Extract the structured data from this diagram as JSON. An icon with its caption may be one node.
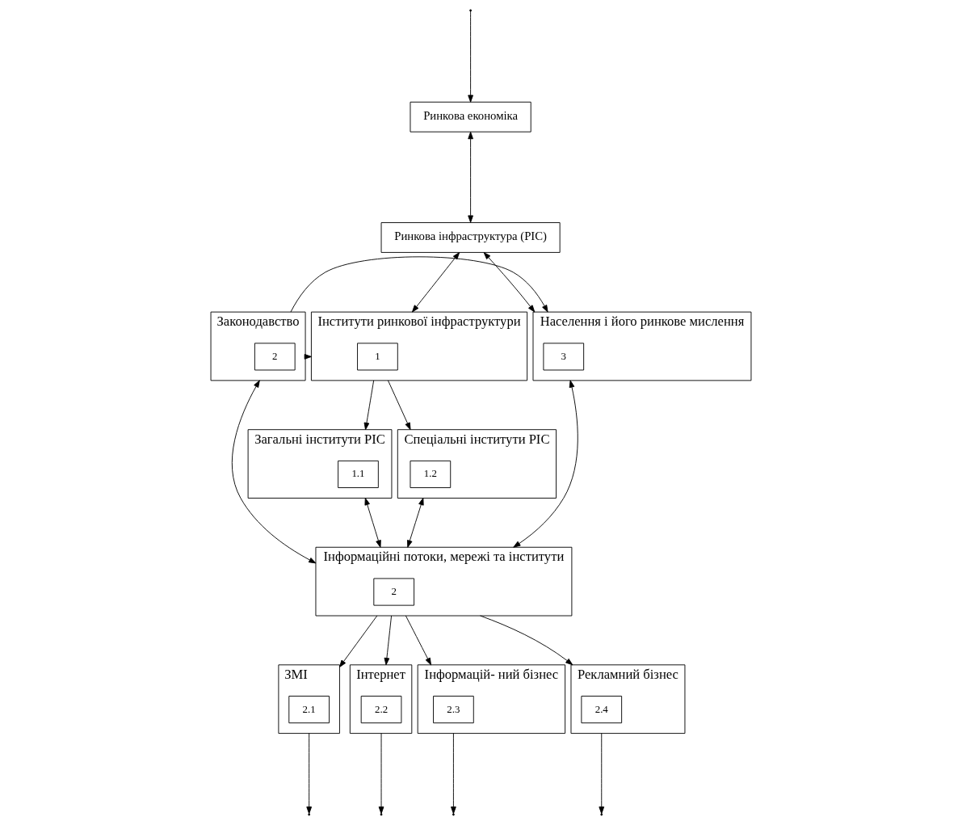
{
  "diagram": {
    "nodes": [
      {
        "text": [
          "Ринкова економіка"
        ]
      },
      {
        "text": [
          "Ринкова інфраструктура (РІС)"
        ]
      },
      {
        "text": [
          "Інститути ринкової інфраструктури"
        ]
      },
      {
        "text": [
          "1"
        ],
        "in": 2
      },
      {
        "text": [
          "Законодавство"
        ]
      },
      {
        "text": [
          "2"
        ],
        "in": 4
      },
      {
        "text": [
          "Населення і його ринкове мислення"
        ]
      },
      {
        "text": [
          "3"
        ],
        "in": 6
      },
      {
        "text": [
          "Загальні інститути РІС"
        ]
      },
      {
        "text": [
          "1.1"
        ],
        "in": 8
      },
      {
        "text": [
          "Спеціальні інститути РІС"
        ]
      },
      {
        "text": [
          "1.2"
        ],
        "in": 10
      },
      {
        "text": [
          "Інформаційні потоки, мережі та інститути"
        ]
      },
      {
        "text": [
          "2"
        ],
        "in": 12
      },
      {
        "text": [
          "ЗМІ"
        ]
      },
      {
        "text": [
          "2.1"
        ],
        "in": 14
      },
      {
        "text": [
          "Інтернет"
        ]
      },
      {
        "text": [
          "2.2"
        ],
        "in": 16
      },
      {
        "text": [
          "Інформацій- ний бізнес"
        ]
      },
      {
        "text": [
          "2.3"
        ],
        "in": 18
      },
      {
        "text": [
          "Рекламний бізнес"
        ]
      },
      {
        "text": [
          "2.4"
        ],
        "in": 20
      }
    ],
    "edges": [
      {
        "from": 0,
        "to": 1,
        "arrow": "both"
      },
      {
        "from": 1,
        "to": 2,
        "arrow": "both"
      },
      {
        "from": 1,
        "to": 6,
        "arrow": "both"
      },
      {
        "from": 4,
        "to": 2,
        "arrow": "to"
      },
      {
        "from": 4,
        "to": 6,
        "arrow": "to"
      },
      {
        "from": 2,
        "to": 8,
        "arrow": "to"
      },
      {
        "from": 2,
        "to": 10,
        "arrow": "to"
      },
      {
        "from": 8,
        "to": 12,
        "arrow": "both"
      },
      {
        "from": 10,
        "to": 12,
        "arrow": "both"
      },
      {
        "from": 4,
        "to": 12,
        "arrow": "both"
      },
      {
        "from": 6,
        "to": 12,
        "arrow": "both"
      },
      {
        "from": 12,
        "to": 14,
        "arrow": "to"
      },
      {
        "from": 12,
        "to": 16,
        "arrow": "to"
      },
      {
        "from": 12,
        "to": 18,
        "arrow": "to"
      },
      {
        "from": 12,
        "to": 20,
        "arrow": "to"
      },
      {
        "from": 14,
        "to": null,
        "arrow": "to"
      },
      {
        "from": 16,
        "to": null,
        "arrow": "to"
      },
      {
        "from": 18,
        "to": null,
        "arrow": "to"
      },
      {
        "from": 20,
        "to": null,
        "arrow": "to"
      },
      {
        "from": null,
        "to": 0,
        "arrow": "to"
      }
    ]
  }
}
